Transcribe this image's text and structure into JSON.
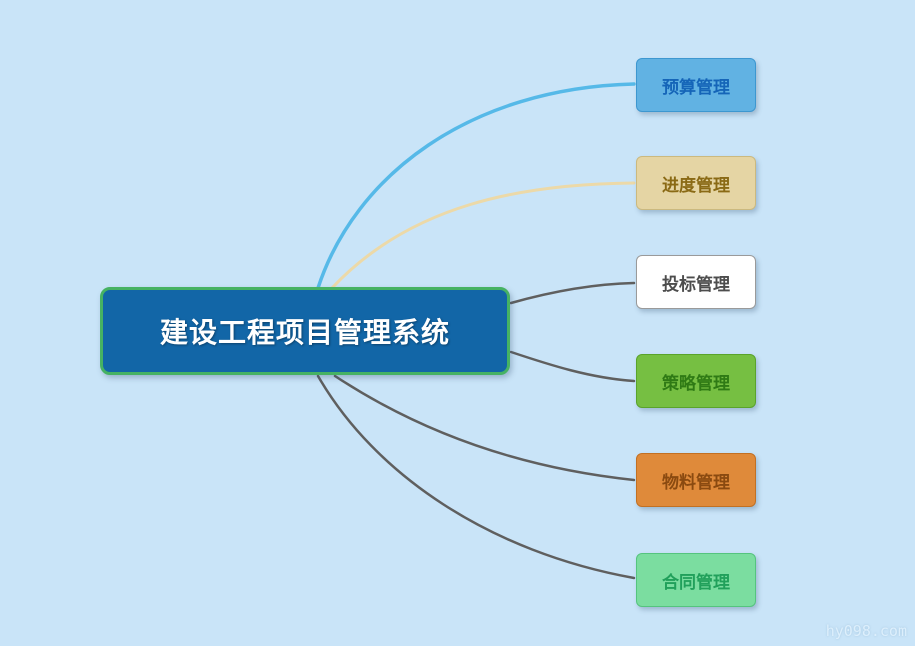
{
  "diagram": {
    "background_color": "#c9e4f8",
    "watermark": "hy098.com",
    "center_node": {
      "label": "建设工程项目管理系统",
      "bg_color": "#1266a7",
      "border_color": "#46b263",
      "text_color": "#ffffff"
    },
    "branches": [
      {
        "label": "预算管理",
        "bg_color": "#61b2e3",
        "border_color": "#3d97d0",
        "text_color": "#1565b8",
        "line_color": "#56b9e8"
      },
      {
        "label": "进度管理",
        "bg_color": "#e5d5a4",
        "border_color": "#cbb97f",
        "text_color": "#8a6a15",
        "line_color": "#ecd9a8"
      },
      {
        "label": "投标管理",
        "bg_color": "#ffffff",
        "border_color": "#9a9a9a",
        "text_color": "#4d4d4d",
        "line_color": "#5f5f5f"
      },
      {
        "label": "策略管理",
        "bg_color": "#76bf42",
        "border_color": "#5aa32b",
        "text_color": "#2f7a15",
        "line_color": "#5f5f5f"
      },
      {
        "label": "物料管理",
        "bg_color": "#df8a3a",
        "border_color": "#c27023",
        "text_color": "#8a4a10",
        "line_color": "#5f5f5f"
      },
      {
        "label": "合同管理",
        "bg_color": "#7bdda0",
        "border_color": "#55c47e",
        "text_color": "#21a05b",
        "line_color": "#5f5f5f"
      }
    ]
  }
}
